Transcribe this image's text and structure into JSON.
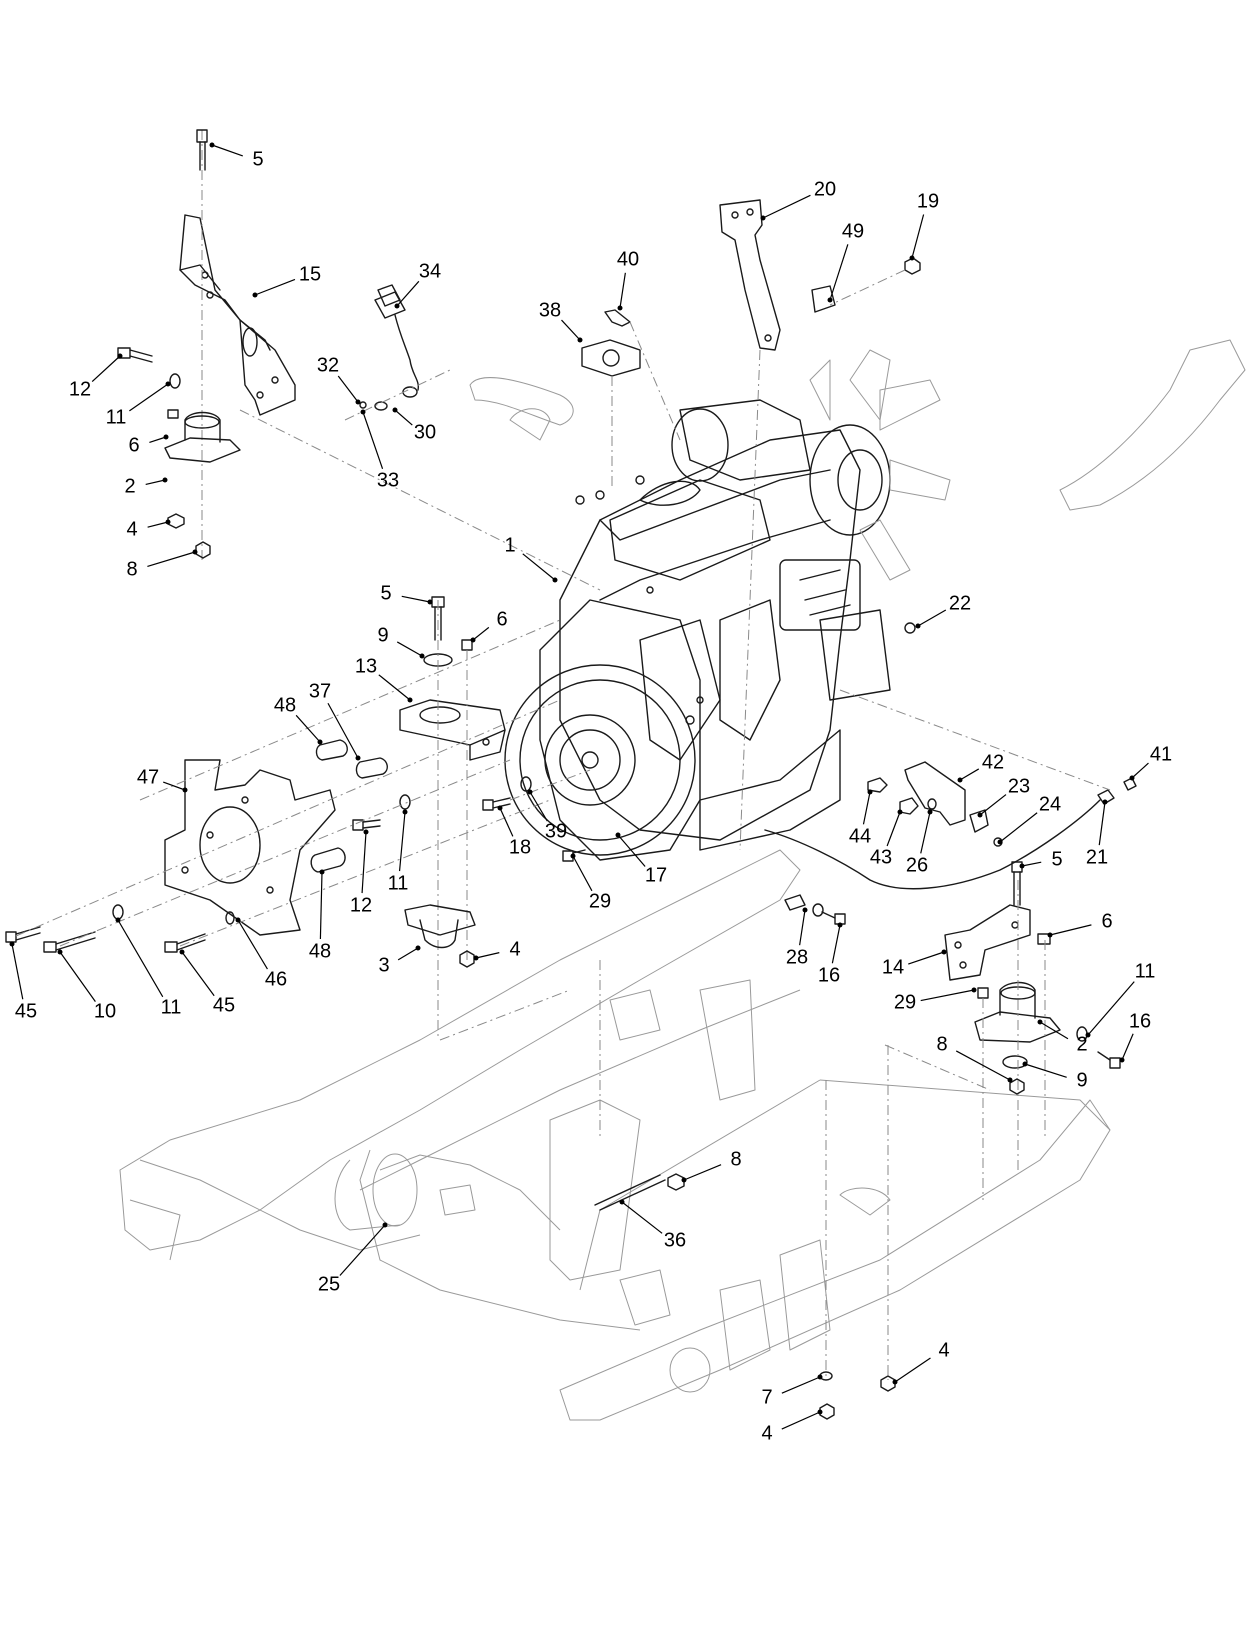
{
  "callouts": [
    {
      "label": "5"
    },
    {
      "label": "15"
    },
    {
      "label": "12"
    },
    {
      "label": "11"
    },
    {
      "label": "6"
    },
    {
      "label": "2"
    },
    {
      "label": "4"
    },
    {
      "label": "8"
    },
    {
      "label": "34"
    },
    {
      "label": "32"
    },
    {
      "label": "30"
    },
    {
      "label": "33"
    },
    {
      "label": "38"
    },
    {
      "label": "40"
    },
    {
      "label": "20"
    },
    {
      "label": "49"
    },
    {
      "label": "19"
    },
    {
      "label": "1"
    },
    {
      "label": "22"
    },
    {
      "label": "5"
    },
    {
      "label": "6"
    },
    {
      "label": "9"
    },
    {
      "label": "13"
    },
    {
      "label": "37"
    },
    {
      "label": "48"
    },
    {
      "label": "47"
    },
    {
      "label": "12"
    },
    {
      "label": "11"
    },
    {
      "label": "48"
    },
    {
      "label": "18"
    },
    {
      "label": "39"
    },
    {
      "label": "17"
    },
    {
      "label": "29"
    },
    {
      "label": "3"
    },
    {
      "label": "4"
    },
    {
      "label": "45"
    },
    {
      "label": "10"
    },
    {
      "label": "11"
    },
    {
      "label": "45"
    },
    {
      "label": "46"
    },
    {
      "label": "42"
    },
    {
      "label": "23"
    },
    {
      "label": "24"
    },
    {
      "label": "44"
    },
    {
      "label": "43"
    },
    {
      "label": "26"
    },
    {
      "label": "41"
    },
    {
      "label": "21"
    },
    {
      "label": "5"
    },
    {
      "label": "6"
    },
    {
      "label": "14"
    },
    {
      "label": "28"
    },
    {
      "label": "16"
    },
    {
      "label": "29"
    },
    {
      "label": "11"
    },
    {
      "label": "16"
    },
    {
      "label": "2"
    },
    {
      "label": "8"
    },
    {
      "label": "9"
    },
    {
      "label": "8"
    },
    {
      "label": "36"
    },
    {
      "label": "25"
    },
    {
      "label": "4"
    },
    {
      "label": "7"
    },
    {
      "label": "4"
    }
  ]
}
